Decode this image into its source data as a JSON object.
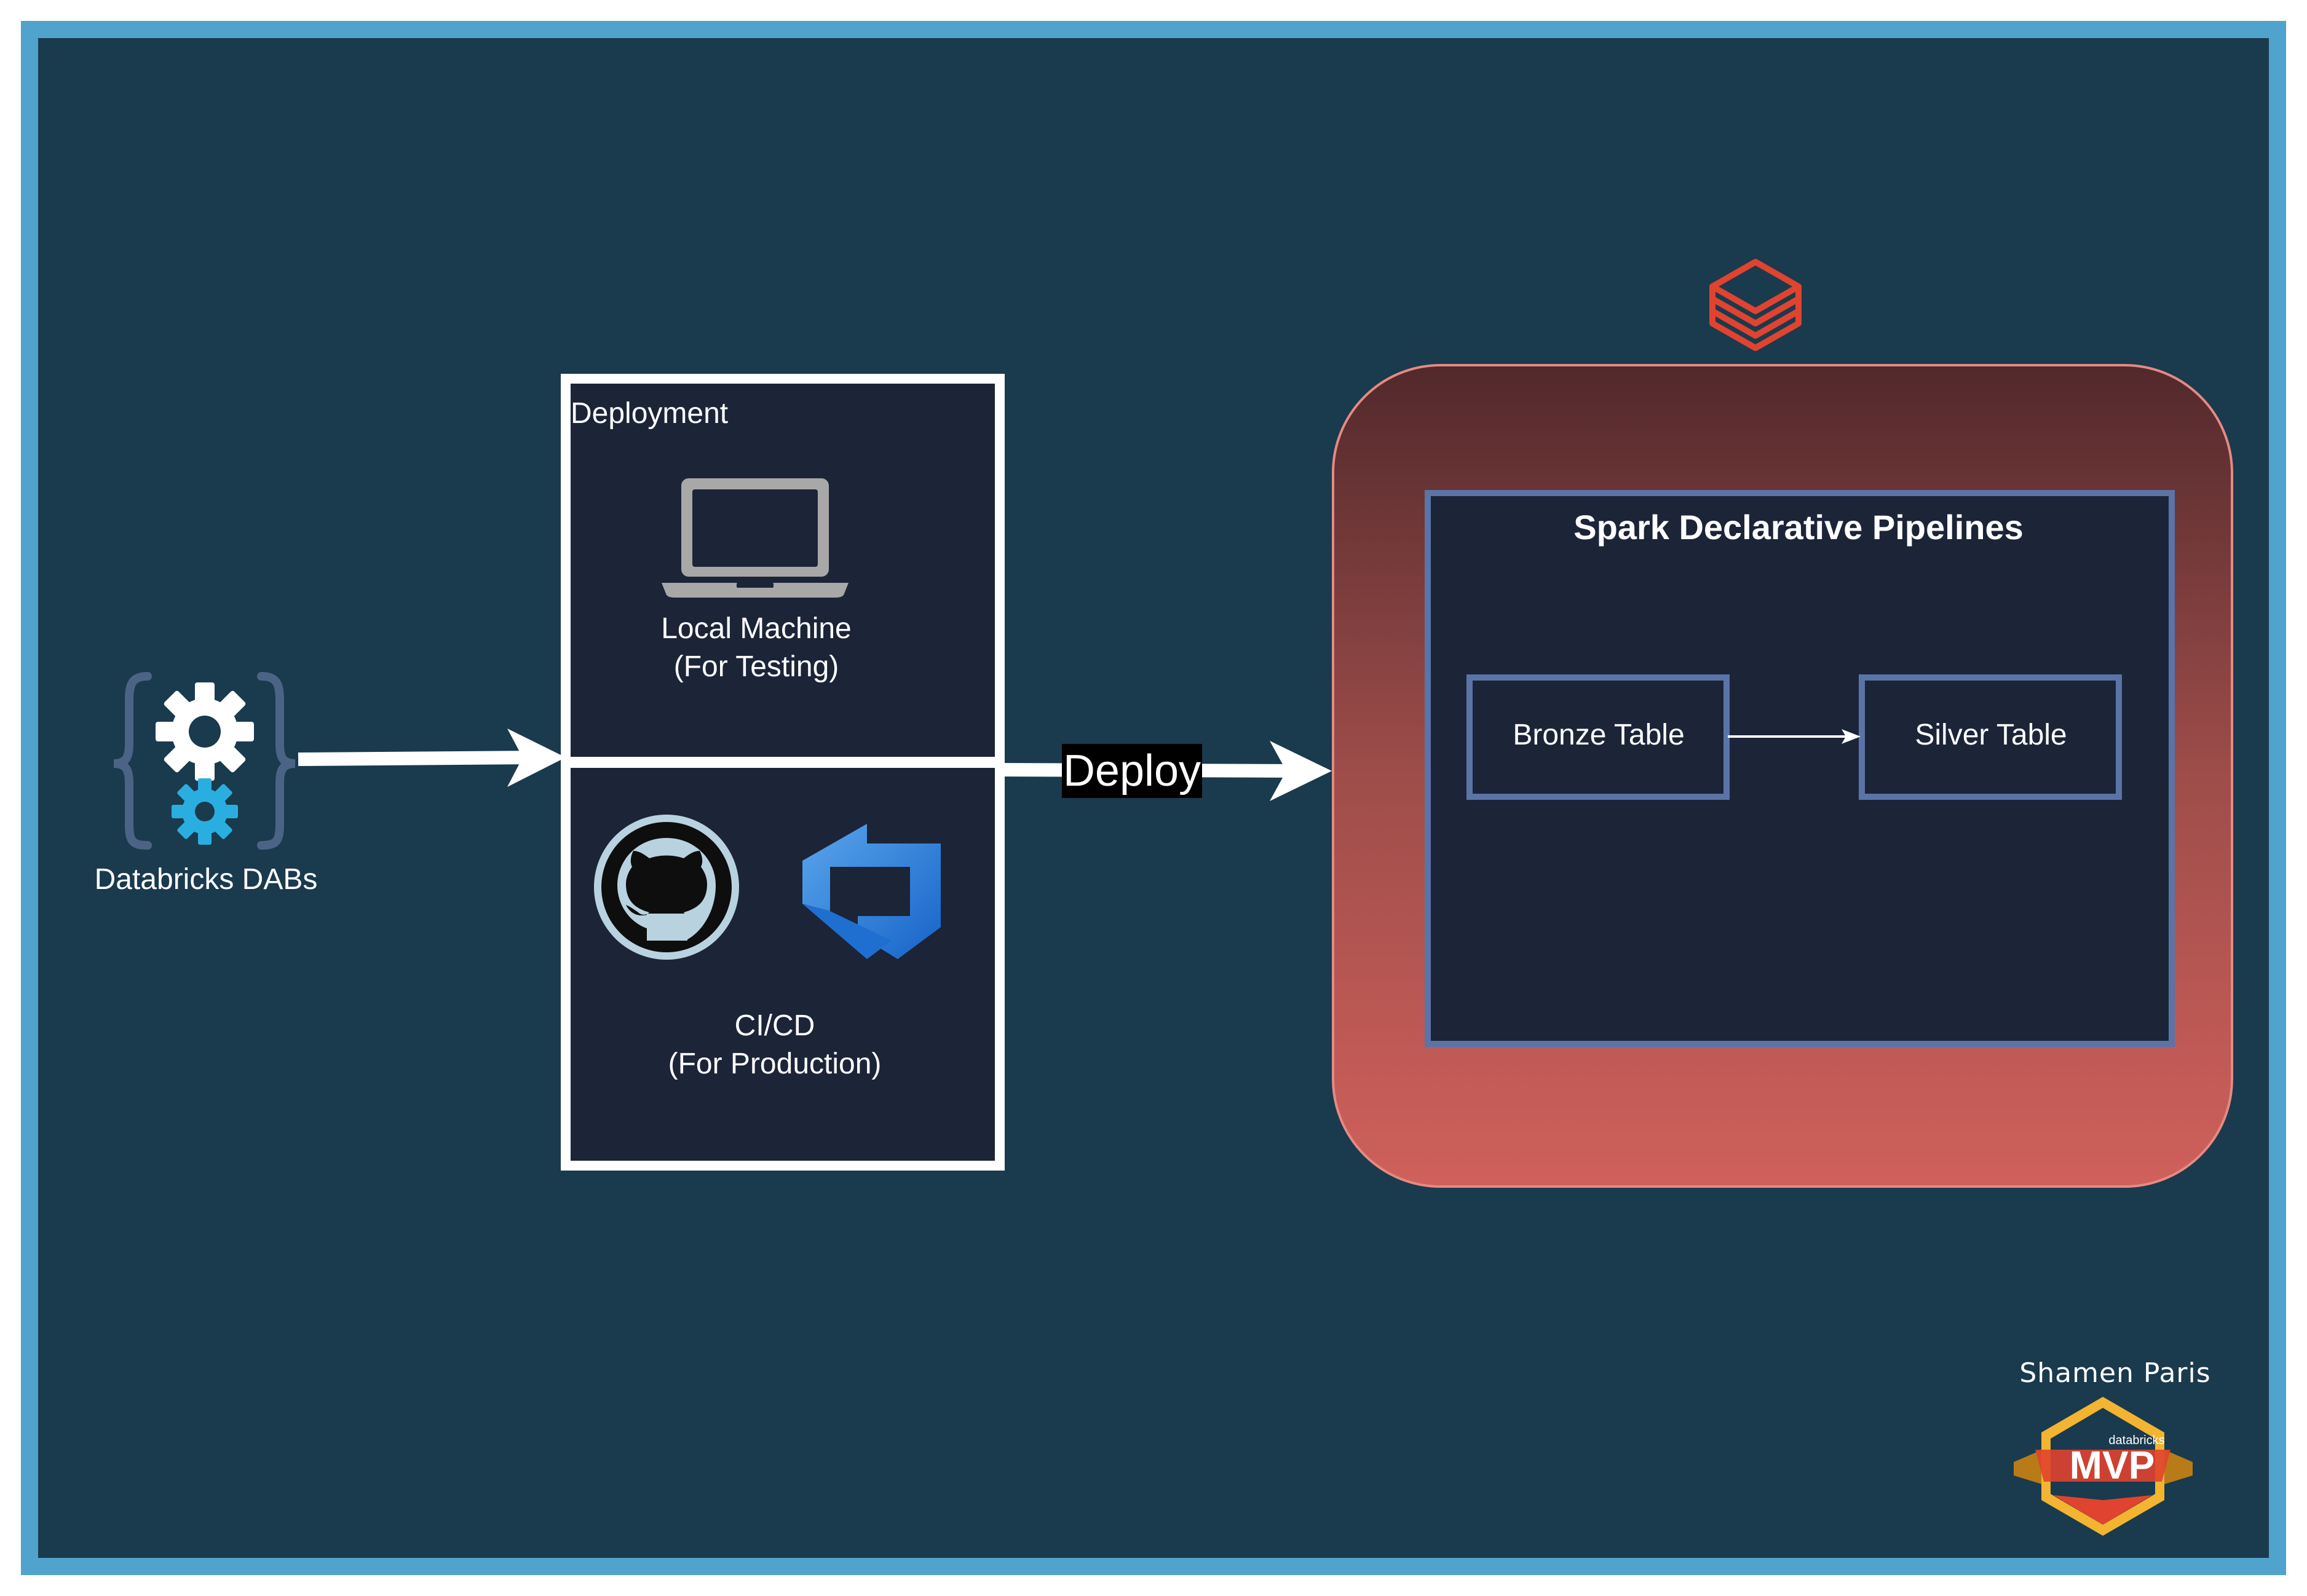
{
  "source": {
    "label": "Databricks DABs",
    "icon": "code-gears-icon"
  },
  "deployment": {
    "title": "Deployment",
    "local_label": "Local Machine\n(For Testing)",
    "cicd_label": "CI/CD\n(For Production)",
    "icons": [
      "laptop-icon",
      "github-icon",
      "azure-devops-icon"
    ]
  },
  "deploy_arrow": {
    "label": "Deploy"
  },
  "target": {
    "logo_icon": "databricks-logo-icon",
    "pipelines_title": "Spark Declarative Pipelines",
    "bronze_label": "Bronze Table",
    "silver_label": "Silver Table"
  },
  "badge": {
    "author": "Shamen Paris",
    "brand": "databricks",
    "title": "MVP"
  },
  "colors": {
    "outer_border": "#4fa3cc",
    "background": "#1a3a4d",
    "panel": "#1c2438",
    "panel_border_light": "#ffffff",
    "panel_border_blue": "#5a74a8",
    "databricks_red": "#e0432f",
    "gradient_top": "#52292c",
    "gradient_bottom": "#d0605b",
    "accent_blue": "#2aaee0"
  }
}
